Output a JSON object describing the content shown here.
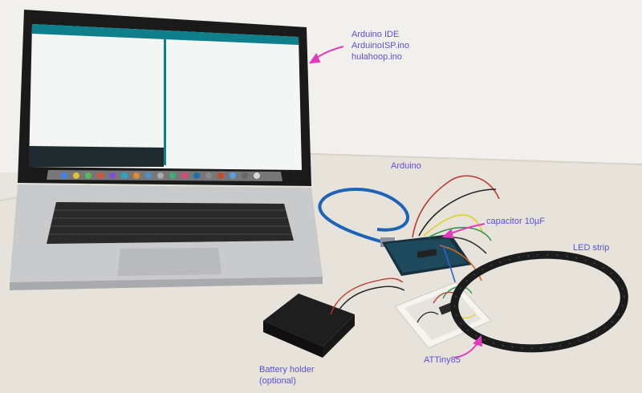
{
  "labels": {
    "ide_line1": "Arduino IDE",
    "ide_line2": "ArduinoISP.ino",
    "ide_line3": "hulahoop.ino",
    "arduino": "Arduino",
    "capacitor": "capacitor 10µF",
    "led_strip": "LED strip",
    "attiny": "ATTiny85",
    "battery_line1": "Battery holder",
    "battery_line2": "(optional)"
  },
  "colors": {
    "annotation": "#5a4fd9",
    "arrow": "#e23bbd",
    "board": "#1d6fb0",
    "wall": "#f1efea",
    "table": "#e8e4dc"
  }
}
